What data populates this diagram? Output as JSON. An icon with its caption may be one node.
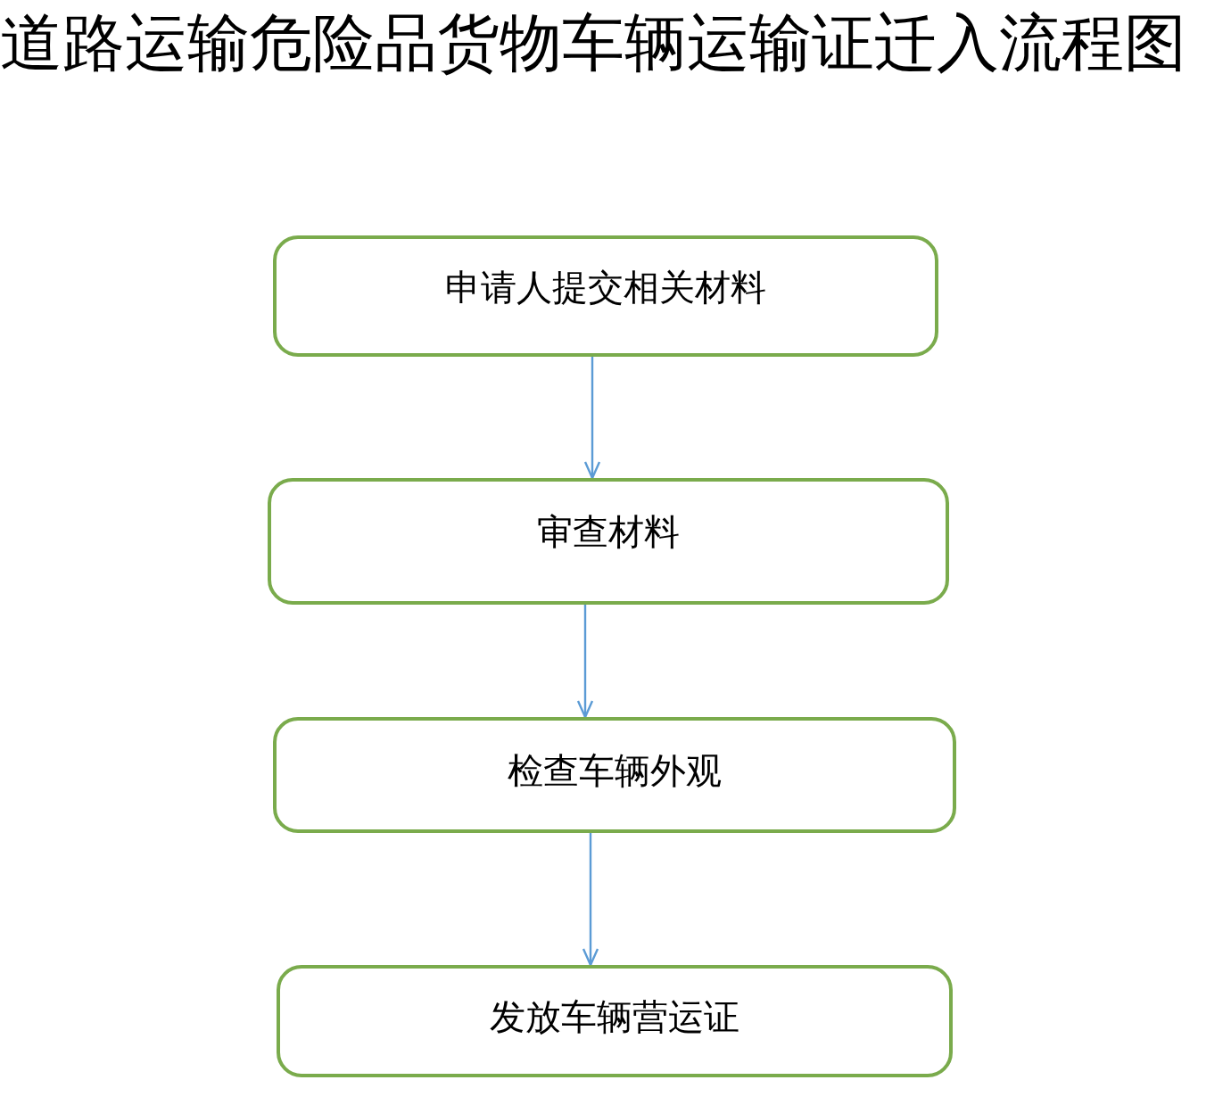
{
  "diagram": {
    "title": "道路运输危险品货物车辆运输证迁入流程图",
    "nodes": [
      {
        "text": [
          "申请人提交相关材料"
        ]
      },
      {
        "text": [
          "审查材料"
        ]
      },
      {
        "text": [
          "检查车辆外观"
        ]
      },
      {
        "text": [
          "发放车辆营运证"
        ]
      }
    ],
    "edges": [
      {
        "from": 0,
        "to": 1,
        "arrow": "to"
      },
      {
        "from": 1,
        "to": 2,
        "arrow": "to"
      },
      {
        "from": 2,
        "to": 3,
        "arrow": "to"
      }
    ]
  }
}
